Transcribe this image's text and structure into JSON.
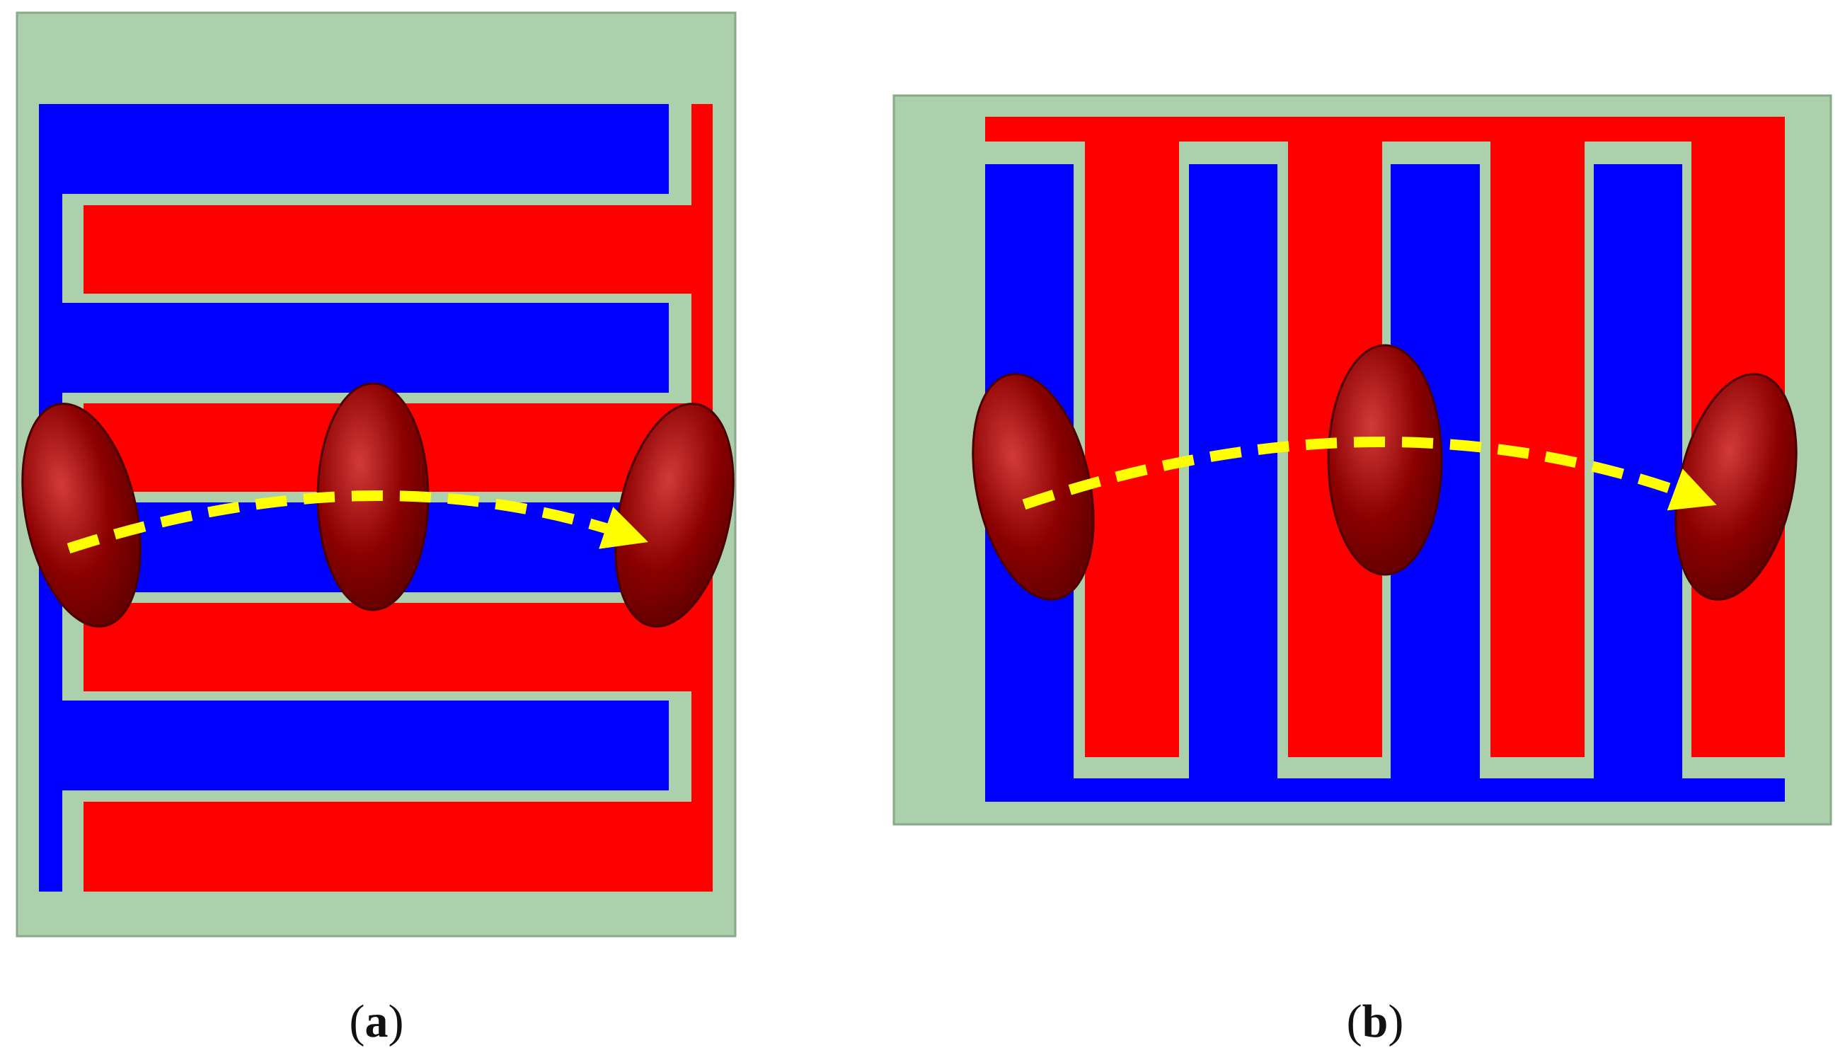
{
  "colors": {
    "substrate": "#abd0ab",
    "substrate_border": "#8aa98a",
    "electrode_blue": "#0000ff",
    "electrode_red": "#ff0000",
    "particle": "#8b0000",
    "particle_highlight": "#d23a3a",
    "particle_dark": "#5a0000",
    "trajectory_arrow": "#ffff00",
    "caption_text": "#111111"
  },
  "panels": [
    {
      "id": "a",
      "caption_open": "(",
      "caption_letter": "a",
      "caption_close": ")",
      "finger_orientation": "horizontal",
      "particle_count": 3,
      "trajectory_icon": "curved-dashed-arrow"
    },
    {
      "id": "b",
      "caption_open": "(",
      "caption_letter": "b",
      "caption_close": ")",
      "finger_orientation": "vertical",
      "particle_count": 3,
      "trajectory_icon": "curved-dashed-arrow"
    }
  ]
}
